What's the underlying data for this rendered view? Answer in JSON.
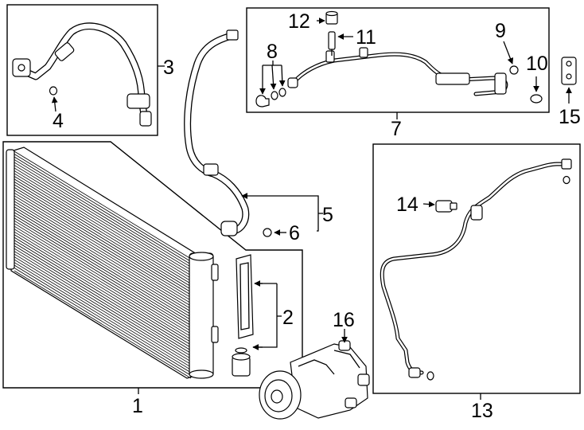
{
  "callouts": {
    "n1": "1",
    "n2": "2",
    "n3": "3",
    "n4": "4",
    "n5": "5",
    "n6": "6",
    "n7": "7",
    "n8": "8",
    "n9": "9",
    "n10": "10",
    "n11": "11",
    "n12": "12",
    "n13": "13",
    "n14": "14",
    "n15": "15",
    "n16": "16"
  }
}
